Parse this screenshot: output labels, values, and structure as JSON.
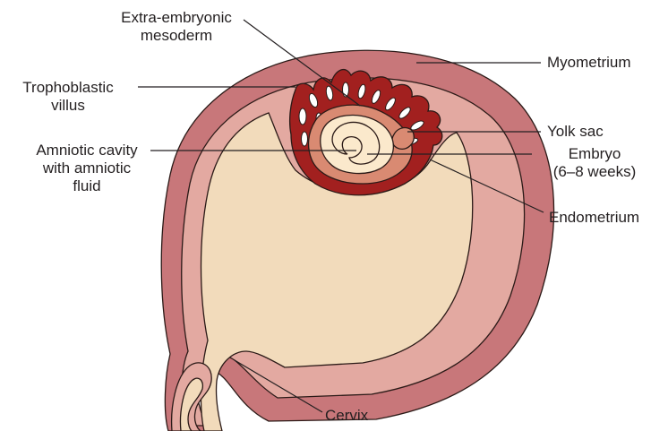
{
  "labels": {
    "extra_embryonic_mesoderm": [
      "Extra-embryonic",
      "mesoderm"
    ],
    "trophoblastic_villus": [
      "Trophoblastic",
      "villus"
    ],
    "amniotic_cavity": [
      "Amniotic cavity",
      "with amniotic",
      "fluid"
    ],
    "myometrium": "Myometrium",
    "yolk_sac": "Yolk sac",
    "embryo": [
      "Embryo",
      "(6–8 weeks)"
    ],
    "endometrium": "Endometrium",
    "cervix": "Cervix"
  },
  "colors": {
    "myometrium": "#c8777a",
    "endometrium": "#e3a9a1",
    "cavity": "#f2dbbb",
    "trophoblast": "#a2201f",
    "mesoderm": "#d98a72",
    "amnion": "#fbe9cc",
    "outline": "#2b1a17",
    "leader": "#231f20"
  }
}
